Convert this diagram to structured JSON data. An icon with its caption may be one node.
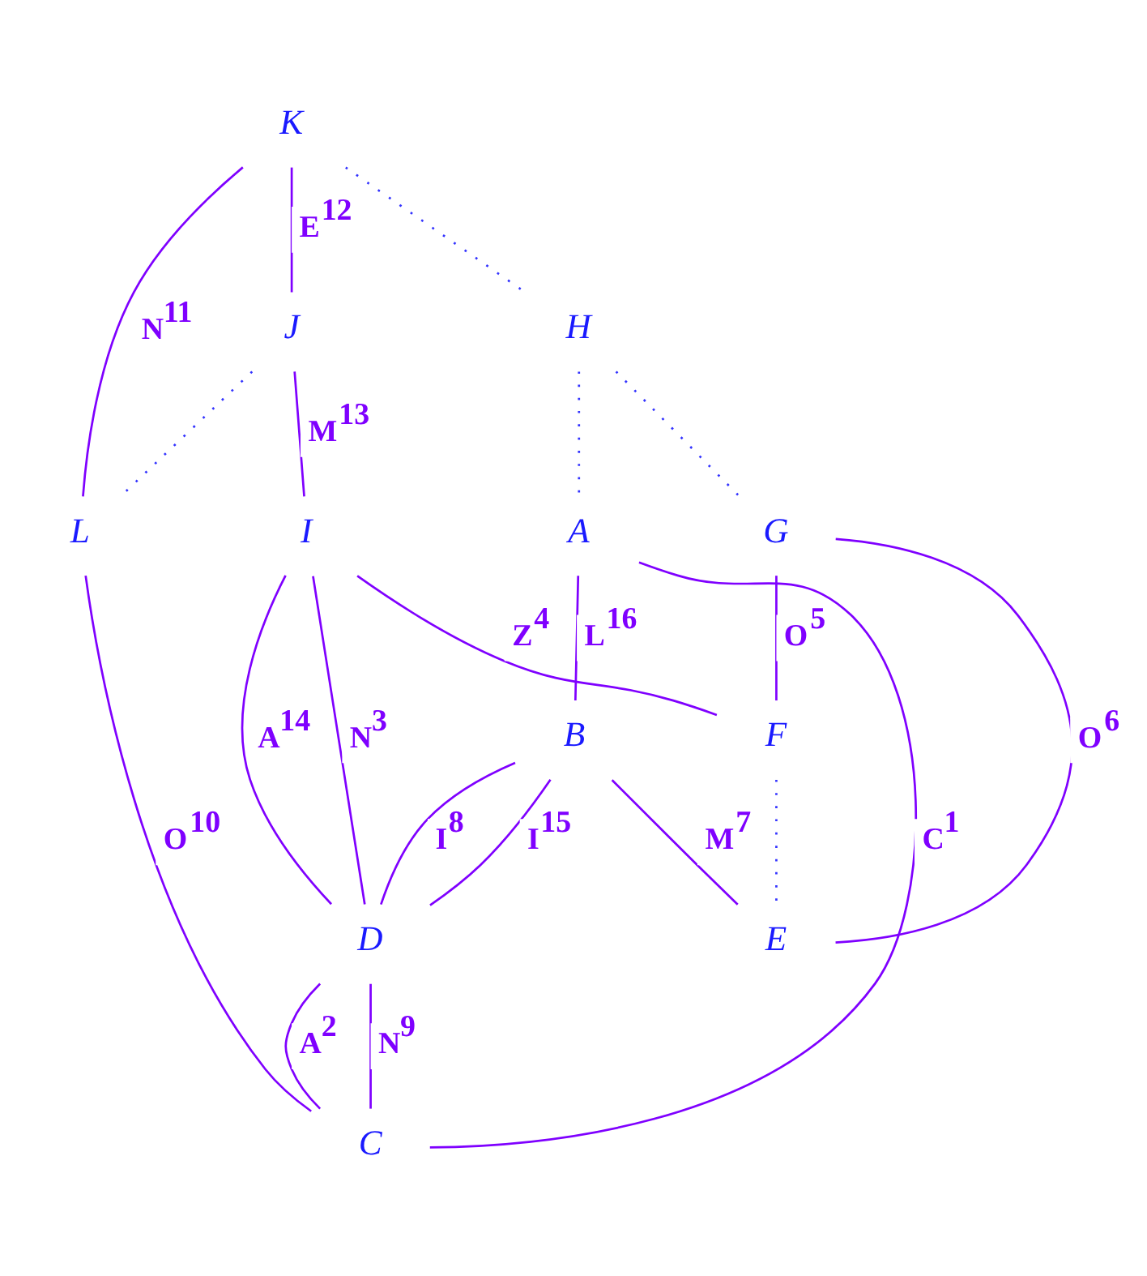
{
  "diagram": {
    "nodes": [
      {
        "text": [
          "K"
        ]
      },
      {
        "text": [
          "L"
        ]
      },
      {
        "text": [
          "J"
        ]
      },
      {
        "text": [
          "I"
        ]
      },
      {
        "text": [
          "H"
        ]
      },
      {
        "text": [
          "G"
        ]
      },
      {
        "text": [
          "F"
        ]
      },
      {
        "text": [
          "E"
        ]
      },
      {
        "text": [
          "D"
        ]
      },
      {
        "text": [
          "B"
        ]
      },
      {
        "text": [
          "C"
        ]
      },
      {
        "text": [
          "A"
        ]
      }
    ],
    "edges": [
      {
        "from": 11,
        "to": 10,
        "arrow": "none",
        "label": "C$^{1}$"
      },
      {
        "from": 8,
        "to": 10,
        "arrow": "none",
        "label": "A$^{2}$"
      },
      {
        "from": 3,
        "to": 8,
        "arrow": "none",
        "label": "N$^{3}$"
      },
      {
        "from": 3,
        "to": 6,
        "arrow": "none",
        "label": "Z$^{4}$"
      },
      {
        "from": 5,
        "to": 6,
        "arrow": "none",
        "label": "O$^{5}$"
      },
      {
        "from": 5,
        "to": 7,
        "arrow": "none",
        "label": "O$^{6}$"
      },
      {
        "from": 9,
        "to": 7,
        "arrow": "none",
        "label": "M$^{7}$"
      },
      {
        "from": 9,
        "to": 8,
        "arrow": "none",
        "label": "I$^{8}$"
      },
      {
        "from": 8,
        "to": 10,
        "arrow": "none",
        "label": "N$^{9}$"
      },
      {
        "from": 1,
        "to": 10,
        "arrow": "none",
        "label": "O$^{10}$"
      },
      {
        "from": 0,
        "to": 1,
        "arrow": "none",
        "label": "N$^{11}$"
      },
      {
        "from": 0,
        "to": 2,
        "arrow": "none",
        "label": "E$^{12}$"
      },
      {
        "from": 2,
        "to": 3,
        "arrow": "none",
        "label": "M$^{13}$"
      },
      {
        "from": 3,
        "to": 8,
        "arrow": "none",
        "label": "A$^{14}$"
      },
      {
        "from": 9,
        "to": 8,
        "arrow": "none",
        "label": "I$^{15}$"
      },
      {
        "from": 11,
        "to": 9,
        "arrow": "none",
        "label": "L$^{16}$"
      },
      {
        "from": 2,
        "to": 1,
        "arrow": "none",
        "style": "dashed",
        "color": "#3333ff"
      },
      {
        "from": 0,
        "to": 4,
        "arrow": "none",
        "style": "dashed",
        "color": "#3333ff"
      },
      {
        "from": 4,
        "to": 11,
        "arrow": "none",
        "style": "dashed",
        "color": "#3333ff"
      },
      {
        "from": 4,
        "to": 5,
        "arrow": "none",
        "style": "dashed",
        "color": "#3333ff"
      },
      {
        "from": 6,
        "to": 7,
        "arrow": "none",
        "style": "dashed",
        "color": "#3333ff"
      }
    ]
  }
}
